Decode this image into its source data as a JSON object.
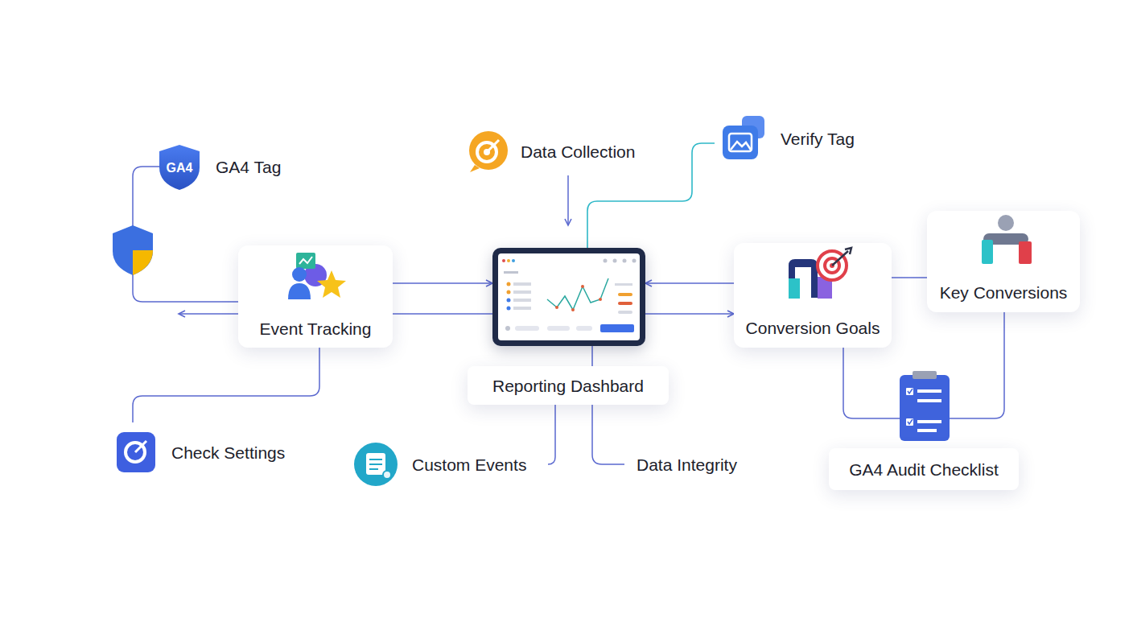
{
  "diagram": {
    "nodes": [
      {
        "text": [
          "GA4",
          "GA4 Tag"
        ]
      },
      {
        "text": [
          "Event Tracking"
        ]
      },
      {
        "text": [
          "Reporting Dashbard"
        ]
      },
      {
        "text": [
          "Conversion Goals"
        ]
      },
      {
        "text": [
          "Key Conversions"
        ]
      },
      {
        "text": [
          "GA4 Audit Checklist"
        ]
      }
    ],
    "edges": [
      {
        "from": 1,
        "to": 2,
        "arrow": "to"
      },
      {
        "from": 2,
        "to": 1,
        "arrow": "none"
      },
      {
        "from": 1,
        "to": 0,
        "arrow": "none"
      },
      {
        "from": 2,
        "to": 3,
        "arrow": "to"
      },
      {
        "from": 3,
        "to": 2,
        "arrow": "to"
      },
      {
        "from": 3,
        "to": 4,
        "arrow": "none"
      },
      {
        "from": 3,
        "to": 5,
        "arrow": "none"
      },
      {
        "from": 4,
        "to": 5,
        "arrow": "none"
      }
    ],
    "labels": [
      "Data Collection",
      "Verify Tag",
      "Check Settings",
      "Custom Events",
      "Data Integrity"
    ]
  }
}
